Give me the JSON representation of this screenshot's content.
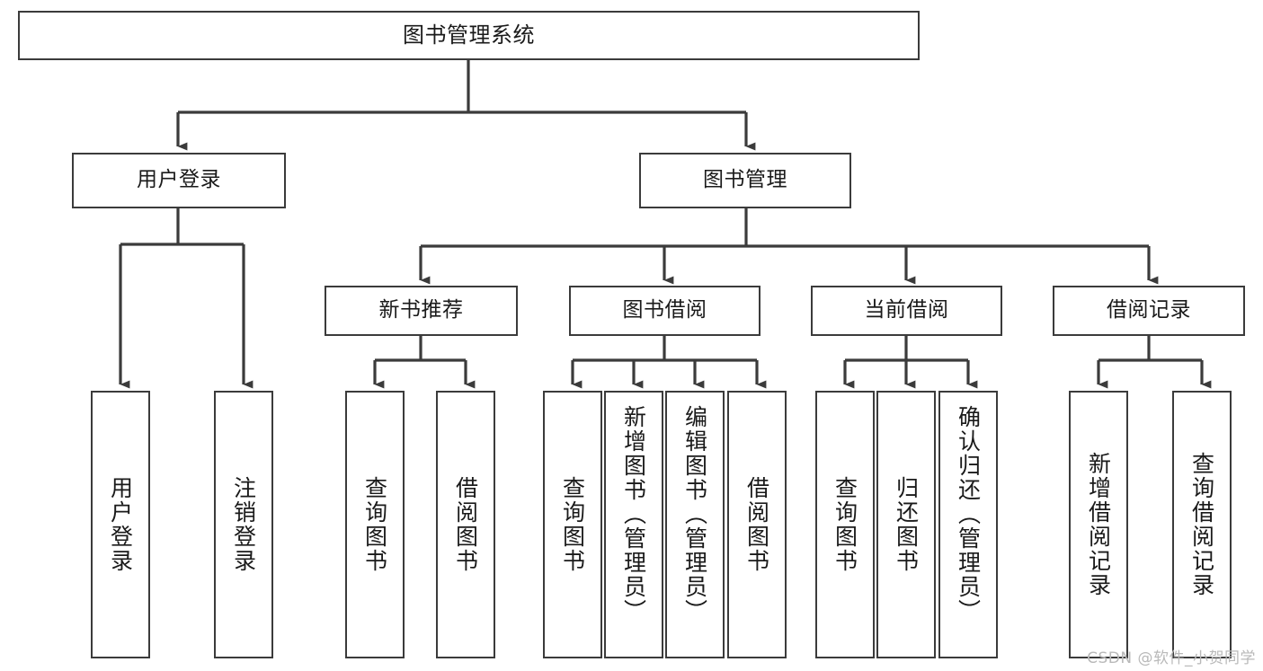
{
  "diagram": {
    "title": "图书管理系统",
    "type": "tree-hierarchy-chart",
    "watermark": "CSDN @软件_小贺同学",
    "stroke_color": "#3b3b3b",
    "background_color": "#ffffff",
    "text_color": "#1a1a1a"
  },
  "root": {
    "label": "图书管理系统"
  },
  "level1": [
    {
      "label": "用户登录"
    },
    {
      "label": "图书管理"
    }
  ],
  "level2": [
    {
      "label": "新书推荐"
    },
    {
      "label": "图书借阅"
    },
    {
      "label": "当前借阅"
    },
    {
      "label": "借阅记录"
    }
  ],
  "leaves": {
    "user_login": [
      {
        "label": "用户登录"
      },
      {
        "label": "注销登录"
      }
    ],
    "new_book_recommend": [
      {
        "label": "查询图书"
      },
      {
        "label": "借阅图书"
      }
    ],
    "book_borrow": [
      {
        "label": "查询图书"
      },
      {
        "label": "新增图书（管理员）"
      },
      {
        "label": "编辑图书（管理员）"
      },
      {
        "label": "借阅图书"
      }
    ],
    "current_borrow": [
      {
        "label": "查询图书"
      },
      {
        "label": "归还图书"
      },
      {
        "label": "确认归还（管理员）"
      }
    ],
    "borrow_record": [
      {
        "label": "新增借阅记录"
      },
      {
        "label": "查询借阅记录"
      }
    ]
  }
}
